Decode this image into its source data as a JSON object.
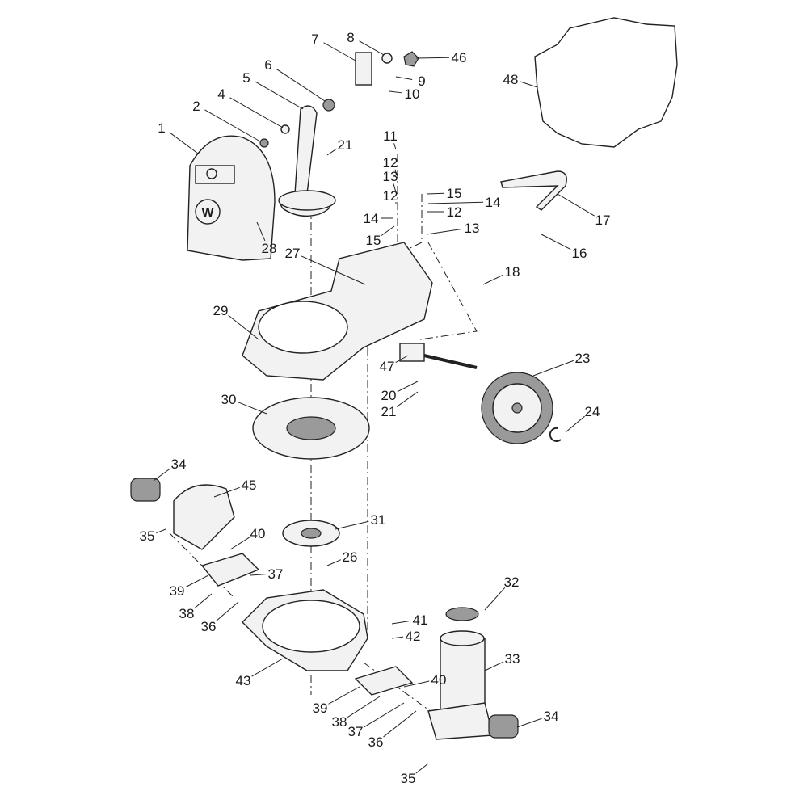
{
  "diagram": {
    "title": "Exploded parts diagram - diaphragm pump",
    "callouts": [
      "1",
      "2",
      "4",
      "5",
      "6",
      "7",
      "8",
      "46",
      "9",
      "10",
      "48",
      "21",
      "11",
      "12",
      "13",
      "12",
      "14",
      "15",
      "15",
      "14",
      "12",
      "13",
      "17",
      "16",
      "28",
      "27",
      "18",
      "29",
      "23",
      "47",
      "20",
      "21",
      "30",
      "24",
      "34",
      "45",
      "35",
      "40",
      "31",
      "26",
      "39",
      "37",
      "38",
      "36",
      "32",
      "41",
      "42",
      "43",
      "33",
      "40",
      "39",
      "38",
      "37",
      "36",
      "34",
      "35"
    ],
    "logo_text": "W"
  }
}
